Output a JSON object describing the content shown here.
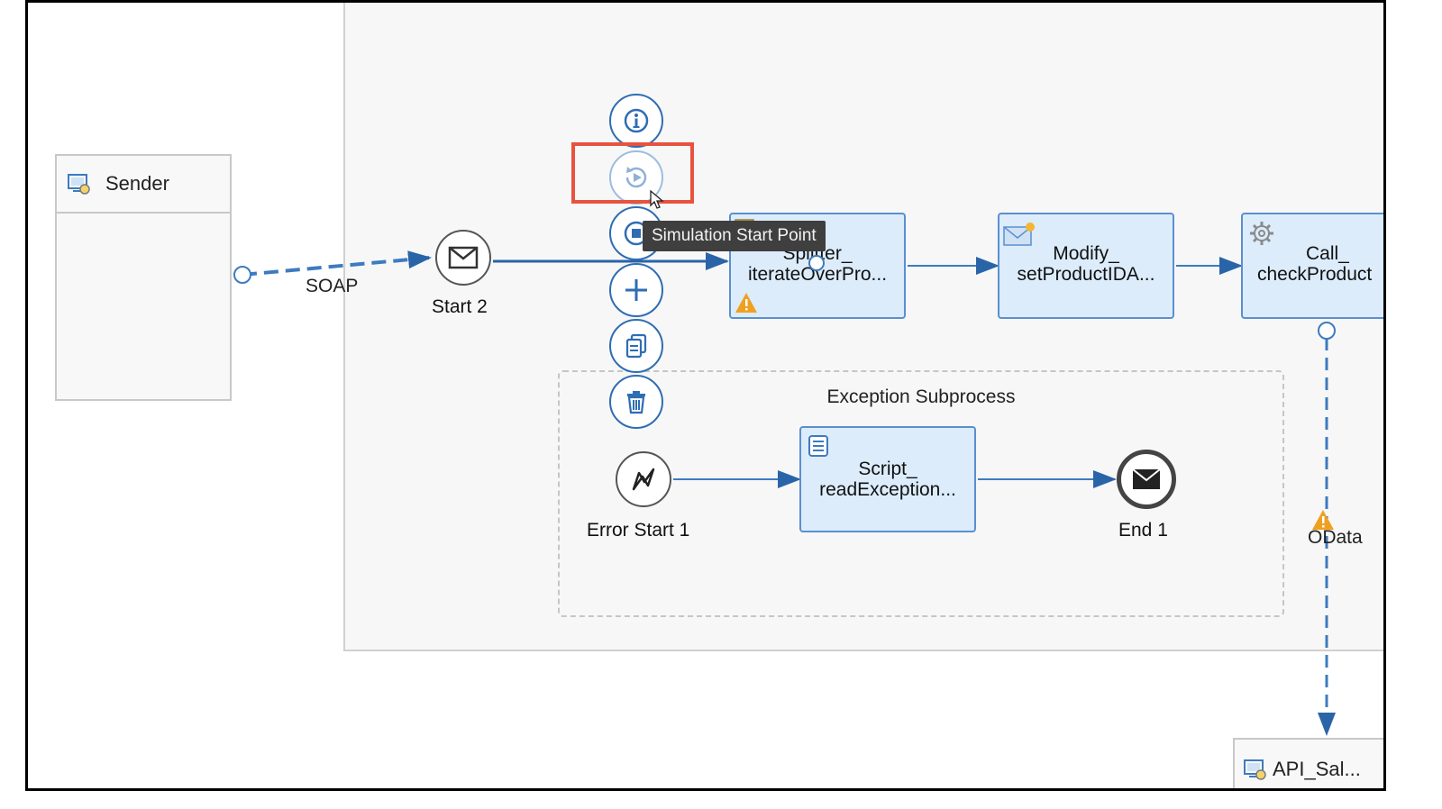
{
  "sender": {
    "label": "Sender",
    "icon": "system-icon"
  },
  "receiver": {
    "label": "API_Sal...",
    "icon": "system-icon"
  },
  "connections": {
    "soap": "SOAP",
    "odata": "OData"
  },
  "start_event": {
    "label": "Start 2",
    "icon": "message-start-icon"
  },
  "tasks": [
    {
      "line1": "Splitter_",
      "line2": "iterateOverPro...",
      "icon": "splitter-icon",
      "warning": true
    },
    {
      "line1": "Modify_",
      "line2": "setProductIDA...",
      "icon": "content-modifier-icon"
    },
    {
      "line1": "Call_",
      "line2": "checkProduct",
      "icon": "gear-icon"
    }
  ],
  "subprocess": {
    "title": "Exception Subprocess",
    "error_start": {
      "label": "Error Start 1",
      "icon": "error-icon"
    },
    "script": {
      "line1": "Script_",
      "line2": "readException...",
      "icon": "script-icon"
    },
    "end": {
      "label": "End 1",
      "icon": "message-end-icon"
    }
  },
  "context_menu": [
    {
      "name": "info-button",
      "icon": "info-icon"
    },
    {
      "name": "simulation-start-button",
      "icon": "simulation-start-icon"
    },
    {
      "name": "simulation-end-button",
      "icon": "stop-icon"
    },
    {
      "name": "add-button",
      "icon": "plus-icon"
    },
    {
      "name": "copy-button",
      "icon": "copy-icon"
    },
    {
      "name": "delete-button",
      "icon": "trash-icon"
    }
  ],
  "tooltip": "Simulation Start Point",
  "colors": {
    "accent": "#2f6db3",
    "task_fill": "#dcecfb",
    "highlight": "#e8523f",
    "warning": "#f0a020"
  }
}
